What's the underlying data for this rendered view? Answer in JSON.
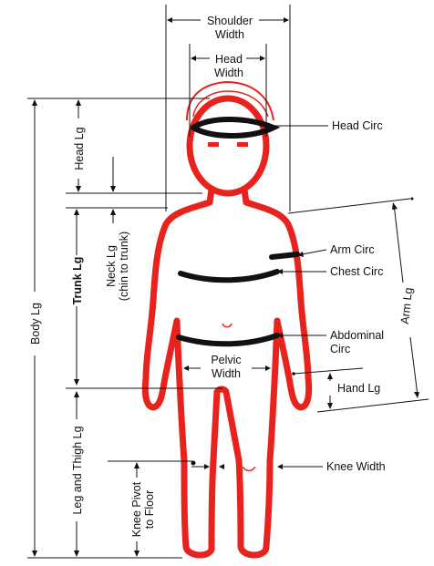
{
  "labels": {
    "shoulder_width": [
      "Shoulder",
      "Width"
    ],
    "head_width": [
      "Head",
      "Width"
    ],
    "head_circ": "Head Circ",
    "head_lg": "Head Lg",
    "body_lg": "Body Lg",
    "trunk_lg": "Trunk Lg",
    "neck_lg": [
      "Neck Lg",
      "(chin to trunk)"
    ],
    "arm_circ": "Arm Circ",
    "chest_circ": "Chest Circ",
    "arm_lg": "Arm Lg",
    "abdominal_circ": [
      "Abdominal",
      "Circ"
    ],
    "pelvic_width": [
      "Pelvic",
      "Width"
    ],
    "hand_lg": "Hand Lg",
    "leg_and_thigh_lg": "Leg and Thigh Lg",
    "knee_width": "Knee Width",
    "knee_pivot": [
      "Knee Pivot",
      "to Floor"
    ]
  },
  "colors": {
    "body_outline": "#e8231d",
    "measure_band": "#111111",
    "line": "#111111"
  }
}
